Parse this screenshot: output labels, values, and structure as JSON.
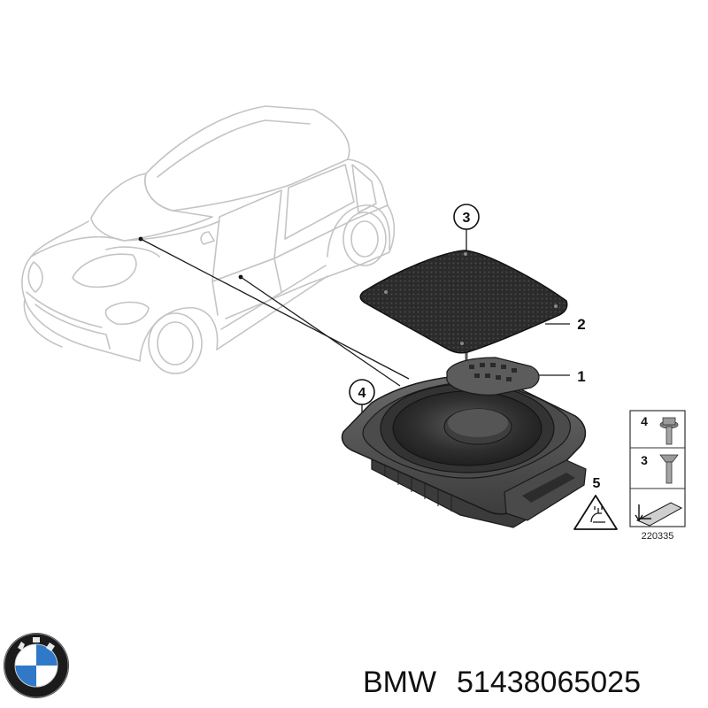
{
  "diagram": {
    "figure_number": "220335",
    "callouts": [
      {
        "id": "c1",
        "label": "1"
      },
      {
        "id": "c2",
        "label": "2"
      },
      {
        "id": "c3",
        "label": "3"
      },
      {
        "id": "c4",
        "label": "4"
      },
      {
        "id": "c5",
        "label": "5"
      }
    ],
    "legend_panel": {
      "rows": [
        {
          "label": "4",
          "icon": "flange-bolt-icon"
        },
        {
          "label": "3",
          "icon": "countersunk-screw-icon"
        }
      ],
      "bottom_icon": "arrow-direction-icon"
    },
    "warning_icon": "electrical-warning-icon"
  },
  "footer": {
    "logo": "bmw-roundel-logo",
    "brand": "BMW",
    "part_number": "51438065025"
  },
  "colors": {
    "car_outline": "#c4c4c4",
    "part_dark": "#3a3a3a",
    "speaker_cone": "#2a2a2a",
    "cover_pad": "#2e2e2e"
  }
}
